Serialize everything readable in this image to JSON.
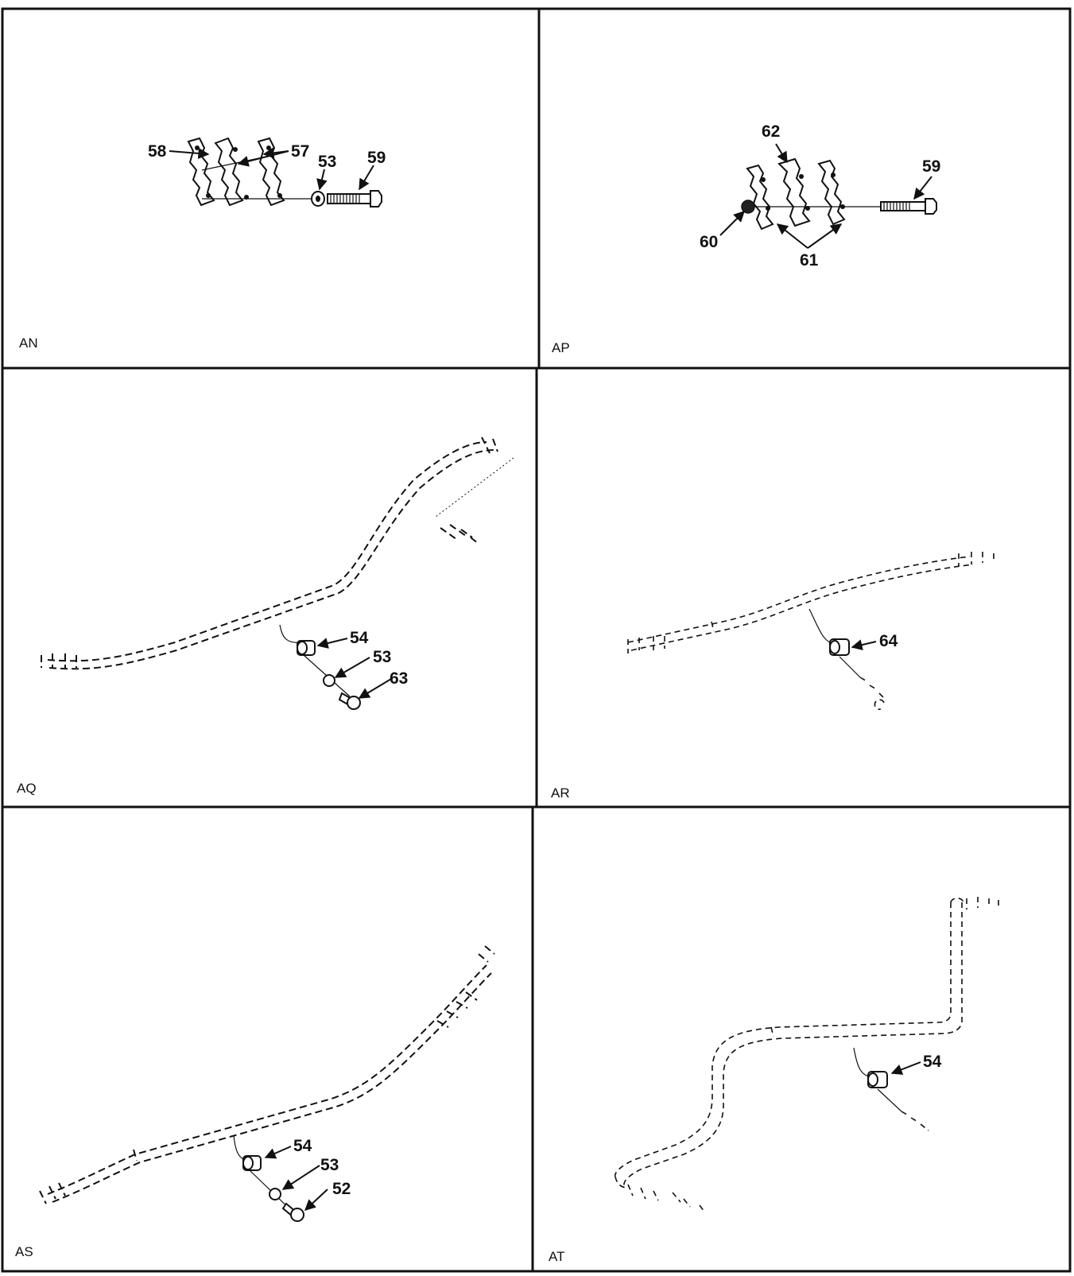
{
  "panels": [
    {
      "id": "AN",
      "label": "AN",
      "callouts": [
        "58",
        "57",
        "53",
        "59"
      ]
    },
    {
      "id": "AP",
      "label": "AP",
      "callouts": [
        "62",
        "59",
        "60",
        "61"
      ]
    },
    {
      "id": "AQ",
      "label": "AQ",
      "callouts": [
        "54",
        "53",
        "63"
      ]
    },
    {
      "id": "AR",
      "label": "AR",
      "callouts": [
        "64"
      ]
    },
    {
      "id": "AS",
      "label": "AS",
      "callouts": [
        "54",
        "53",
        "52"
      ]
    },
    {
      "id": "AT",
      "label": "AT",
      "callouts": [
        "54"
      ]
    }
  ]
}
